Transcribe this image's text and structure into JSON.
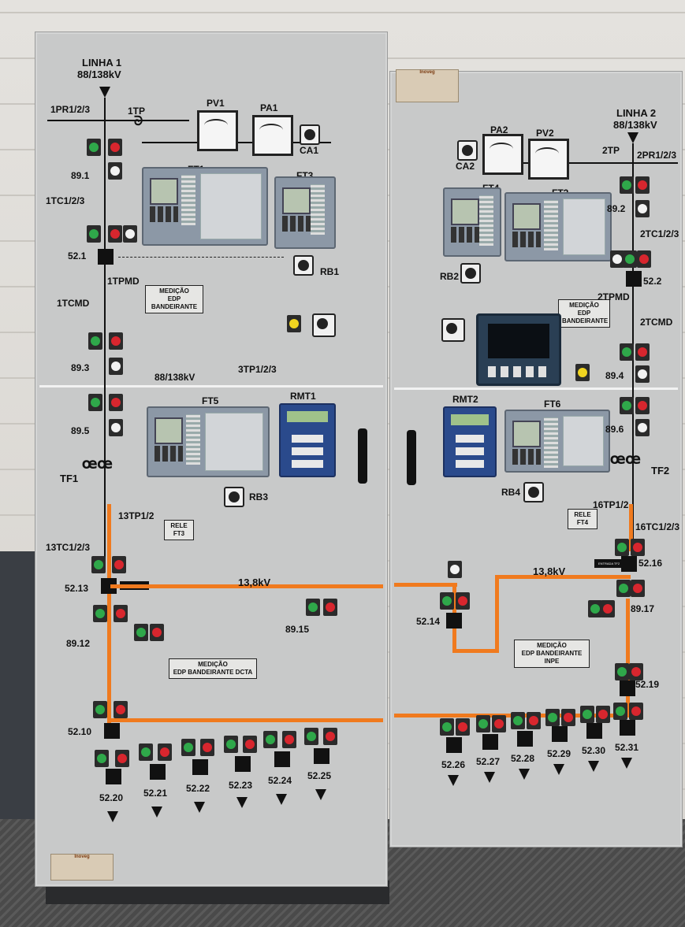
{
  "panel_left": {
    "line": {
      "name": "LINHA 1",
      "voltage": "88/138kV"
    },
    "labels": {
      "pr": "1PR1/2/3",
      "tp": "1TP",
      "pv": "PV1",
      "pa": "PA1",
      "ca": "CA1",
      "ft1": "FT1",
      "ft3": "FT3",
      "s891": "89.1",
      "tc": "1TC1/2/3",
      "b521": "52.1",
      "rb1": "RB1",
      "tpmd": "1TPMD",
      "tcmd": "1TCMD",
      "s893": "89.3",
      "busv": "88/138kV",
      "tp3": "3TP1/2/3",
      "s895": "89.5",
      "ft5": "FT5",
      "rmt1": "RMT1",
      "tf1": "TF1",
      "rb3": "RB3",
      "tp13": "13TP1/2",
      "tc13": "13TC1/2/3",
      "b5213": "52.13",
      "kv": "13,8kV",
      "s8912": "89.12",
      "s8915": "89.15",
      "b5210": "52.10",
      "feeders": [
        "52.20",
        "52.21",
        "52.22",
        "52.23",
        "52.24",
        "52.25"
      ]
    },
    "box_medicao": "MEDIÇÃO\nEDP\nBANDEIRANTE",
    "box_rele": "RELE\nFT3",
    "box_dcta": "MEDIÇÃO\nEDP BANDEIRANTE DCTA",
    "tag_entrada": "ENTRADA TF1"
  },
  "panel_right": {
    "line": {
      "name": "LINHA 2",
      "voltage": "88/138kV"
    },
    "labels": {
      "pa": "PA2",
      "pv": "PV2",
      "ca": "CA2",
      "tp": "2TP",
      "pr": "2PR1/2/3",
      "ft4": "FT4",
      "ft2": "FT2",
      "s892": "89.2",
      "tc": "2TC1/2/3",
      "rb2": "RB2",
      "b522": "52.2",
      "tpmd": "2TPMD",
      "tcmd": "2TCMD",
      "s894": "89.4",
      "rmt2": "RMT2",
      "ft6": "FT6",
      "s896": "89.6",
      "tf2": "TF2",
      "rb4": "RB4",
      "tp16": "16TP1/2",
      "tc16": "16TC1/2/3",
      "b5216": "52.16",
      "kv": "13,8kV",
      "b5214": "52.14",
      "s8917": "89.17",
      "b5219": "52.19",
      "feeders": [
        "52.26",
        "52.27",
        "52.28",
        "52.29",
        "52.30",
        "52.31"
      ]
    },
    "box_medicao": "MEDIÇÃO\nEDP\nBANDEIRANTE",
    "box_rele": "RELE\nFT4",
    "box_inpe": "MEDIÇÃO\nEDP BANDEIRANTE INPE",
    "tag_entrada": "ENTRADA TF2"
  },
  "brand": "Inoveg",
  "colors": {
    "bus_orange": "#f07a1e",
    "panel_grey": "#c8c9c9",
    "green": "#2fa84a",
    "red": "#d8262e"
  }
}
